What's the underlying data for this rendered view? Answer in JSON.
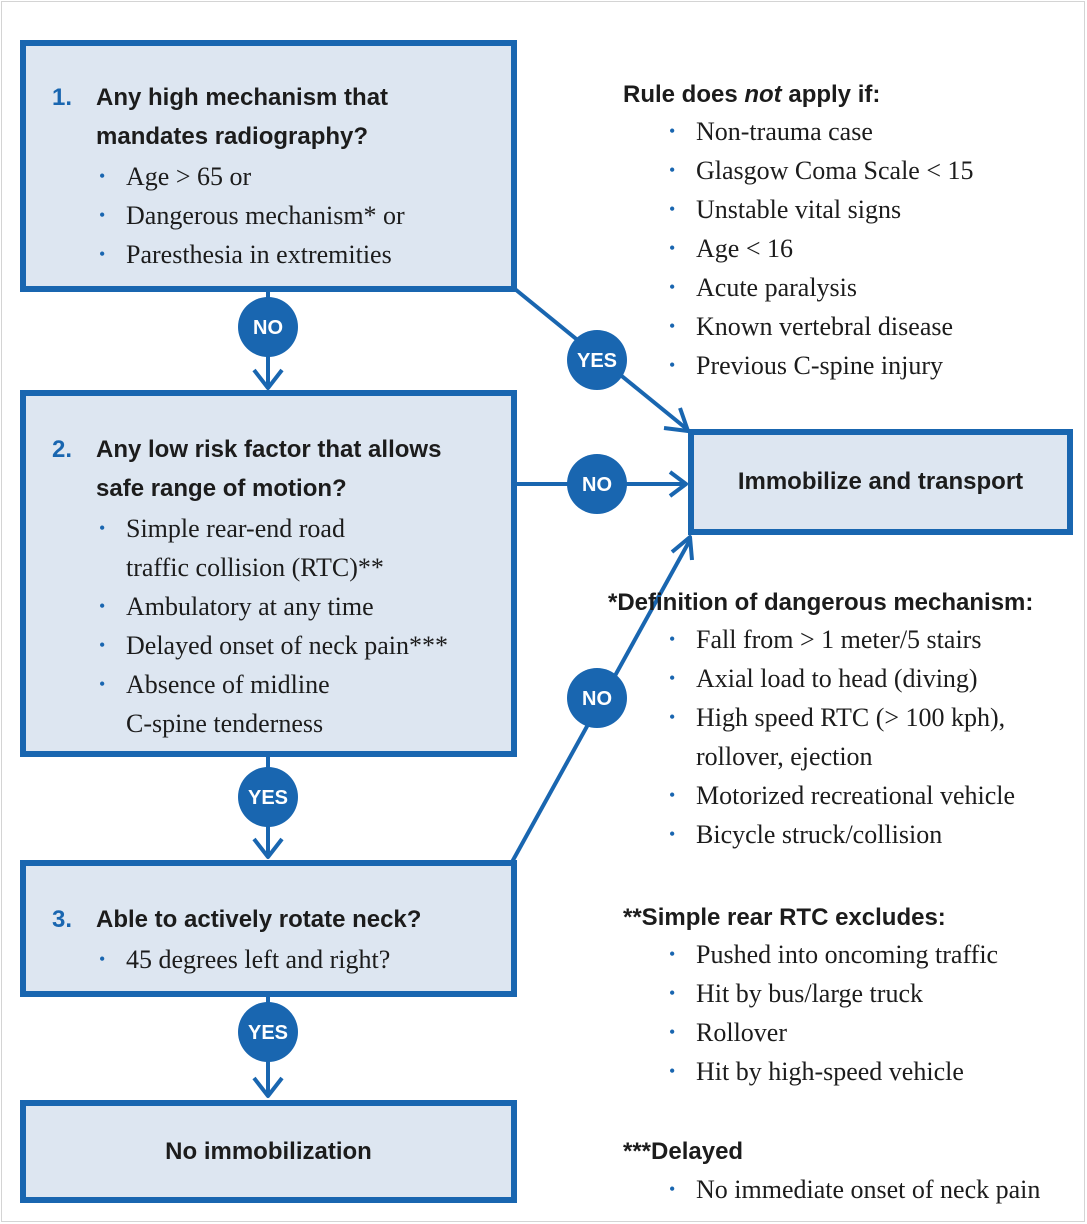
{
  "colors": {
    "accent": "#1966b0",
    "box_fill": "#dde6f1",
    "text": "#1c1c1c"
  },
  "step1": {
    "number": "1.",
    "question_line1": "Any high mechanism that",
    "question_line2": "mandates radiography?",
    "items": [
      "Age > 65 or",
      "Dangerous mechanism* or",
      "Paresthesia in extremities"
    ]
  },
  "step2": {
    "number": "2.",
    "question_line1": "Any low risk factor that allows",
    "question_line2": "safe range of motion?",
    "items": [
      "Simple rear-end road",
      "traffic collision (RTC)**",
      "Ambulatory at any time",
      "Delayed onset of neck pain***",
      "Absence of midline",
      "C-spine tenderness"
    ]
  },
  "step3": {
    "number": "3.",
    "question": "Able to actively rotate neck?",
    "items": [
      "45 degrees left and right?"
    ]
  },
  "outcomes": {
    "immobilize": "Immobilize and transport",
    "no_immobilization": "No immobilization"
  },
  "badges": {
    "no1": "NO",
    "yes1": "YES",
    "no2": "NO",
    "yes2": "YES",
    "no3": "NO",
    "yes3": "YES"
  },
  "exclusions": {
    "title_pre": "Rule does ",
    "title_em": "not",
    "title_post": " apply if:",
    "items": [
      "Non-trauma case",
      "Glasgow Coma Scale < 15",
      "Unstable vital signs",
      "Age < 16",
      "Acute paralysis",
      "Known vertebral disease",
      "Previous C-spine injury"
    ]
  },
  "dangerous": {
    "title": "*Definition of dangerous mechanism:",
    "items": [
      "Fall from > 1 meter/5 stairs",
      "Axial load to head (diving)",
      "High speed RTC (> 100 kph),",
      "rollover, ejection",
      "Motorized recreational vehicle",
      "Bicycle struck/collision"
    ]
  },
  "simple_rear": {
    "title": "**Simple rear RTC excludes:",
    "items": [
      "Pushed into oncoming traffic",
      "Hit by bus/large truck",
      "Rollover",
      "Hit by high-speed vehicle"
    ]
  },
  "delayed": {
    "title": "***Delayed",
    "items": [
      "No immediate onset of neck pain"
    ]
  }
}
